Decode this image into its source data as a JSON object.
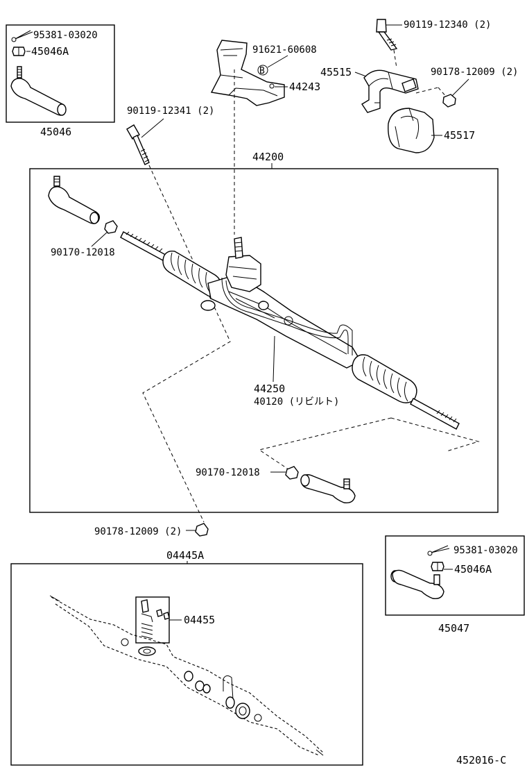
{
  "labels": {
    "kit_left_pin": "95381-03020",
    "kit_left_nut": "45046A",
    "kit_left_end": "45046",
    "bolt_upper": "90119-12341 (2)",
    "cover_bolt": "91621-60608",
    "cover_mark": "B",
    "cover": "44243",
    "bracket_bolt": "90119-12340 (2)",
    "bracket": "45515",
    "bracket_nut": "90178-12009 (2)",
    "bushing": "45517",
    "assembly": "44200",
    "left_nut": "90170-12018",
    "gear": "44250",
    "rebuilt": "40120 (リビルト)",
    "right_nut": "90170-12018",
    "lower_nut": "90178-12009 (2)",
    "gasket_kit": "04445A",
    "kit_right_pin": "95381-03020",
    "kit_right_nut": "45046A",
    "kit_right_end": "45047",
    "valve_kit": "04455",
    "drawing_no": "452016-C"
  }
}
